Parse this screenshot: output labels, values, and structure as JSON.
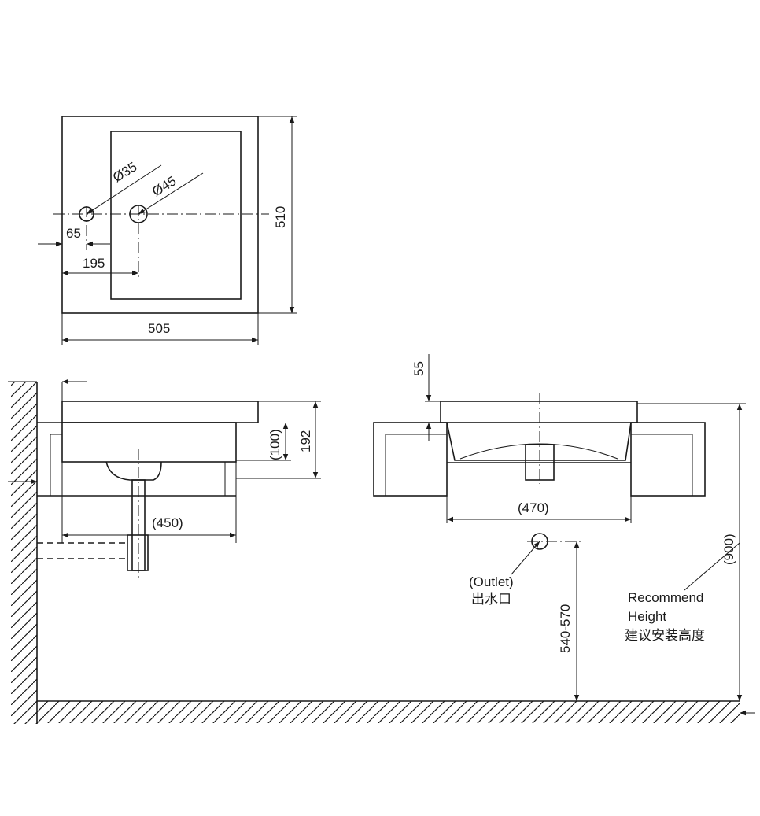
{
  "top_view": {
    "hole_small_dia": "Ø35",
    "hole_large_dia": "Ø45",
    "offset_small": "65",
    "offset_large": "195",
    "width": "505",
    "depth": "510"
  },
  "side_view": {
    "bowl_depth": "(100)",
    "total_height": "192",
    "cabinet_depth": "(450)"
  },
  "front_view": {
    "rim_height": "55",
    "cabinet_width": "(470)",
    "outlet_en": "(Outlet)",
    "outlet_cn": "出水口",
    "outlet_height": "540-570",
    "recommend_height": "(900)",
    "recommend_en_1": "Recommend",
    "recommend_en_2": "Height",
    "recommend_cn": "建议安装高度"
  }
}
